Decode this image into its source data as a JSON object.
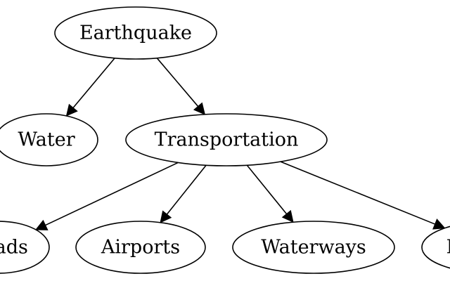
{
  "nodes": [
    {
      "id": "earthquake",
      "label": "Earthquake"
    },
    {
      "id": "water",
      "label": "Water"
    },
    {
      "id": "transportation",
      "label": "Transportation"
    },
    {
      "id": "roads",
      "label": "Roads"
    },
    {
      "id": "airports",
      "label": "Airports"
    },
    {
      "id": "waterways",
      "label": "Waterways"
    },
    {
      "id": "railroads",
      "label": "Railroads"
    }
  ],
  "edges": [
    {
      "from": "earthquake",
      "to": "water"
    },
    {
      "from": "earthquake",
      "to": "transportation"
    },
    {
      "from": "transportation",
      "to": "roads"
    },
    {
      "from": "transportation",
      "to": "airports"
    },
    {
      "from": "transportation",
      "to": "waterways"
    },
    {
      "from": "transportation",
      "to": "railroads"
    }
  ],
  "colors": {
    "stroke": "#000000",
    "fill": "#ffffff",
    "background": "#ffffff"
  }
}
